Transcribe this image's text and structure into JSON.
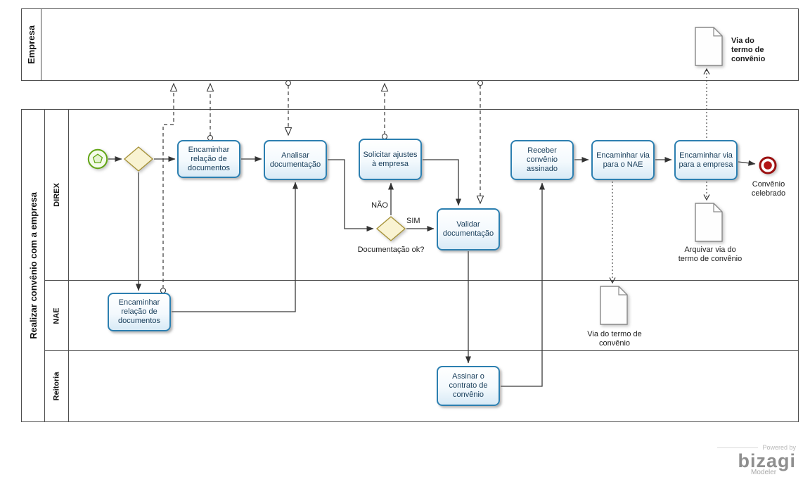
{
  "pools": {
    "empresa": {
      "title": "Empresa"
    },
    "main": {
      "title": "Realizar convênio com a empresa",
      "lanes": [
        {
          "id": "direx",
          "title": "DIREX"
        },
        {
          "id": "nae",
          "title": "NAE"
        },
        {
          "id": "reitoria",
          "title": "Reitoria"
        }
      ]
    }
  },
  "nodes": {
    "task_enc_rel_direx": {
      "label": "Encaminhar relação de documentos"
    },
    "task_analisar": {
      "label": "Analisar documentação"
    },
    "task_solicitar": {
      "label": "Solicitar ajustes à empresa"
    },
    "task_validar": {
      "label": "Validar documentação"
    },
    "task_receber": {
      "label": "Receber convênio assinado"
    },
    "task_enc_via_nae": {
      "label": "Encaminhar via para o NAE"
    },
    "task_enc_via_empresa": {
      "label": "Encaminhar via para a empresa"
    },
    "task_enc_rel_nae": {
      "label": "Encaminhar relação de documentos"
    },
    "task_assinar": {
      "label": "Assinar o contrato de convênio"
    },
    "gateway_doc_ok": {
      "label": "Documentação ok?"
    },
    "end_event": {
      "label": "Convênio celebrado"
    },
    "doc_via_termo_empresa": {
      "label": "Via do termo de convênio"
    },
    "doc_arquivar": {
      "label": "Arquivar via do termo de convênio"
    },
    "doc_via_termo_nae": {
      "label": "Via do termo de convênio"
    }
  },
  "flow_labels": {
    "sim": "SIM",
    "nao": "NÃO"
  },
  "branding": {
    "powered_by": "Powered by",
    "logo": "bizagi",
    "product": "Modeler"
  },
  "colors": {
    "task_border": "#2c7fb0",
    "gateway_border": "#a79339",
    "gateway_fill": "#f9f3d2",
    "start_green": "#61a514",
    "end_red": "#9b1111",
    "connector": "#3a3a3a"
  }
}
